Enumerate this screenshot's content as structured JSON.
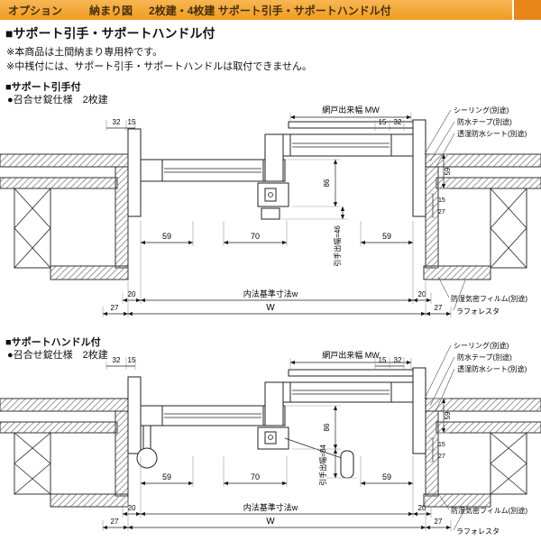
{
  "colors": {
    "header_bg": "#f09c22",
    "header_end_block": "#e8861a",
    "line": "#222222",
    "hatch": "#8f8f8f"
  },
  "header": {
    "option": "オプション",
    "title": "納まり図",
    "subtitle": "2枚建・4枚建 サポート引手・サポートハンドル付"
  },
  "intro": {
    "heading": "■サポート引手・サポートハンドル付",
    "note1": "※本商品は土間納まり専用枠です。",
    "note2": "※中桟付には、サポート引手・サポートハンドルは取付できません。"
  },
  "diagram1": {
    "title": "■サポート引手付",
    "spec": "●召合せ錠仕様　2枚建",
    "labels": {
      "mw": "網戸出来幅 MW",
      "sealing": "シーリング(別途)",
      "tape": "防水テープ(別途)",
      "sheet": "透湿防水シート(別途)",
      "film": "防湿気密フィルム(別途)",
      "laforesta": "ラフォレスタ",
      "naiho": "内法基準寸法w",
      "tede": "引手出幅=46",
      "W": "W"
    },
    "dims": {
      "left32": "32",
      "left15": "15",
      "right15": "15",
      "right32": "32",
      "row59a": "59",
      "row70": "70",
      "row59b": "59",
      "v86": "86",
      "v59": "59",
      "s15": "15",
      "s27": "27",
      "b20l": "20",
      "b20r": "20",
      "b27l": "27",
      "b27r": "27"
    }
  },
  "diagram2": {
    "title": "■サポートハンドル付",
    "spec": "●召合せ錠仕様　2枚建",
    "labels": {
      "mw": "網戸出来幅 MW",
      "sealing": "シーリング(別途)",
      "tape": "防水テープ(別途)",
      "sheet": "透湿防水シート(別途)",
      "film": "防湿気密フィルム(別途)",
      "laforesta": "ラフォレスタ",
      "naiho": "内法基準寸法w",
      "tede": "引手出幅=84",
      "W": "W"
    },
    "dims": {
      "left32": "32",
      "left15": "15",
      "right15": "15",
      "right32": "32",
      "row59a": "59",
      "row70": "70",
      "row59b": "59",
      "v86": "86",
      "v59": "59",
      "s15": "15",
      "s27": "27",
      "b20l": "20",
      "b20r": "20",
      "b27l": "27",
      "b27r": "27"
    }
  }
}
